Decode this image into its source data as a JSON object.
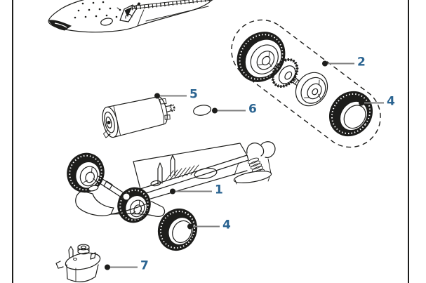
{
  "figure": {
    "kind": "exploded-parts-diagram",
    "subject": "model racing car assembly",
    "background": "#ffffff",
    "line_color": "#1d1d1b",
    "label_color": "#2b6491",
    "leader_color": "#7f7f7f",
    "border_color": "#1d1d1b"
  },
  "callouts": [
    {
      "number": "1",
      "part": "chassis"
    },
    {
      "number": "2",
      "part": "rear-axle-assembly"
    },
    {
      "number": "4",
      "part": "rear-tire"
    },
    {
      "number": "4",
      "part": "front-tire"
    },
    {
      "number": "5",
      "part": "motor"
    },
    {
      "number": "6",
      "part": "motor-spacer-ring"
    },
    {
      "number": "7",
      "part": "guide-unit"
    }
  ]
}
